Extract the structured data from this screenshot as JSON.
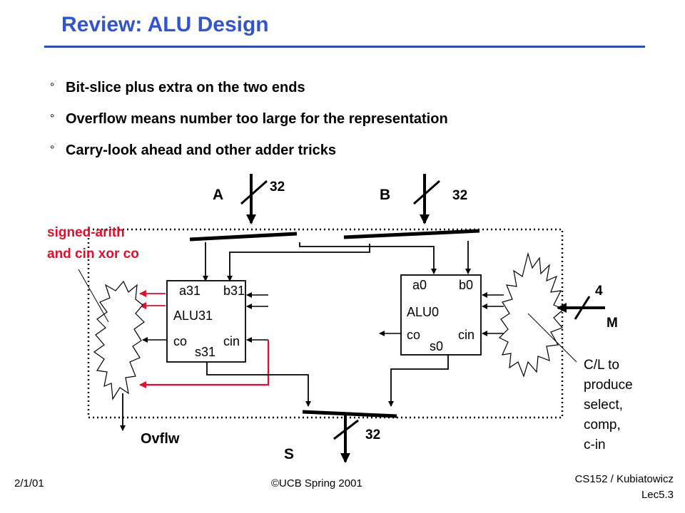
{
  "slide": {
    "title": "Review: ALU Design",
    "bullets": [
      "Bit-slice plus extra on the two ends",
      "Overflow means number too large for the representation",
      "Carry-look ahead and other adder tricks"
    ],
    "bullet_marker": "°"
  },
  "diagram": {
    "input_a": "A",
    "input_a_width": "32",
    "input_b": "B",
    "input_b_width": "32",
    "output_s": "S",
    "output_s_width": "32",
    "mode_input": "M",
    "mode_width": "4",
    "overflow_label": "Ovflw",
    "left_note": [
      "signed-arith",
      "and cin xor co"
    ],
    "right_note": [
      "C/L to",
      "produce",
      "select,",
      "comp,",
      "c-in"
    ],
    "alu31": {
      "a": "a31",
      "b": "b31",
      "name": "ALU31",
      "co": "co",
      "cin": "cin",
      "s": "s31"
    },
    "alu0": {
      "a": "a0",
      "b": "b0",
      "name": "ALU0",
      "co": "co",
      "cin": "cin",
      "s": "s0"
    },
    "colors": {
      "red": "#e0102a",
      "title_blue": "#3355cc"
    }
  },
  "footer": {
    "date": "2/1/01",
    "copyright": "©UCB Spring 2001",
    "course": "CS152 / Kubiatowicz",
    "lecture": "Lec5.3"
  }
}
